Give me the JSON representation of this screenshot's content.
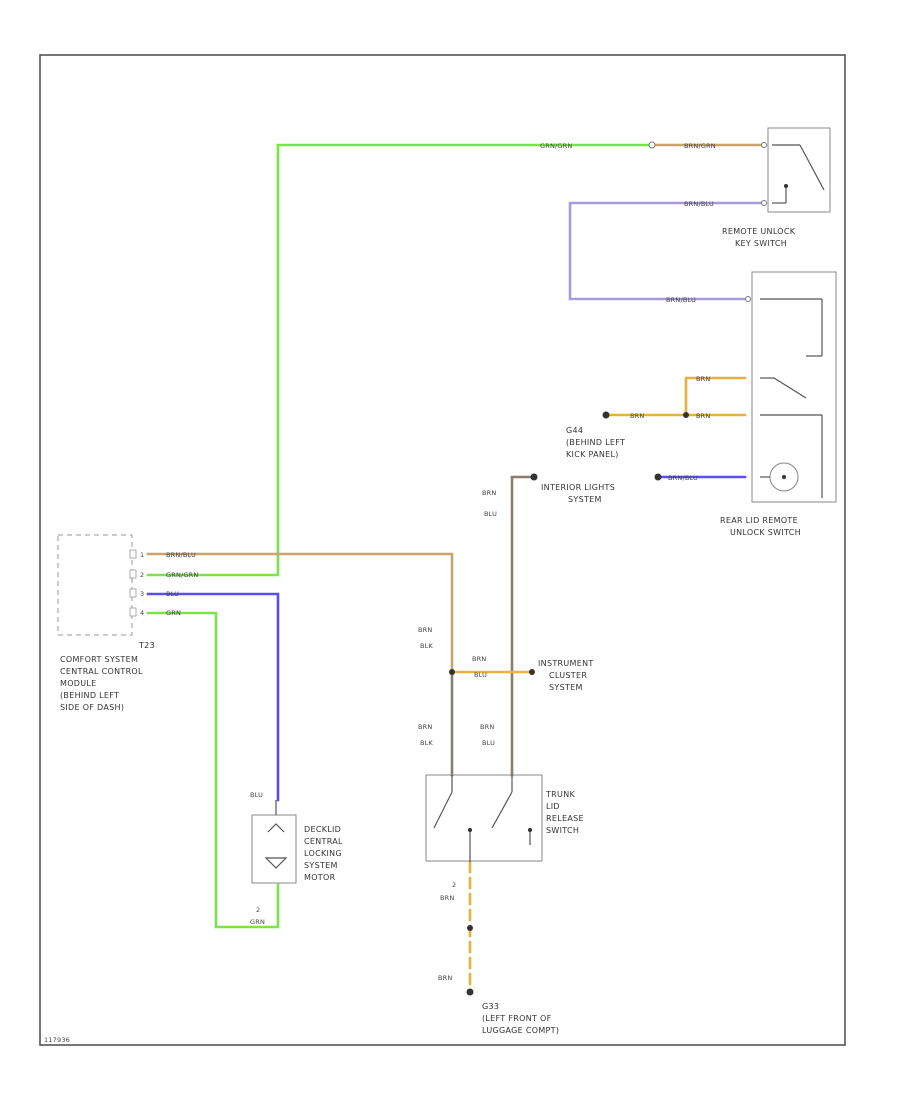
{
  "colors": {
    "green": "#7be34a",
    "tan": "#c8a46e",
    "violet": "#a99ae0",
    "blue": "#5a4ff0",
    "brown": "#8a7c6e",
    "orange": "#e8b040",
    "black": "#333333"
  },
  "footer": {
    "code": "117936"
  },
  "components": {
    "remote_unlock_key_switch": {
      "line1": "REMOTE UNLOCK",
      "line2": "KEY SWITCH"
    },
    "rear_lid_remote_unlock_switch": {
      "line1": "REAR LID REMOTE",
      "line2": "UNLOCK SWITCH"
    },
    "ground_g44": {
      "line1": "G44",
      "line2": "(BEHIND LEFT",
      "line3": "KICK PANEL)"
    },
    "interior_lights": {
      "line1": "INTERIOR LIGHTS",
      "line2": "SYSTEM"
    },
    "comfort_module": {
      "connector": "T23",
      "line1": "COMFORT SYSTEM",
      "line2": "CENTRAL CONTROL",
      "line3": "MODULE",
      "line4": "(BEHIND LEFT",
      "line5": "SIDE OF DASH)"
    },
    "instrument_cluster": {
      "line1": "INSTRUMENT",
      "line2": "CLUSTER",
      "line3": "SYSTEM"
    },
    "trunk_lid_release_switch": {
      "line1": "TRUNK",
      "line2": "LID",
      "line3": "RELEASE",
      "line4": "SWITCH"
    },
    "decklid_motor": {
      "line1": "DECKLID",
      "line2": "CENTRAL",
      "line3": "LOCKING",
      "line4": "SYSTEM",
      "line5": "MOTOR"
    },
    "ground_g33": {
      "line1": "G33",
      "line2": "(LEFT FRONT OF",
      "line3": "LUGGAGE COMPT)"
    }
  },
  "wires": {
    "top_green": "GRN/GRN",
    "top_right_brn_grn": "BRN/GRN",
    "key_violet_top": "BRN/BLU",
    "key_violet_bottom": "BRN/BLU",
    "rear_brn_upper": "BRN",
    "rear_brn_lower": "BRN",
    "g44_brn": "BRN",
    "interior_brn_blu_1": "BRN",
    "interior_brn_blu_2": "BLU",
    "interior_right_brn_blu": "BRN/BLU",
    "module_pin1": "BRN/BLU",
    "module_pin2": "GRN/GRN",
    "module_pin3": "BLU",
    "module_pin4": "GRN",
    "left_brn_blk_1": "BRN",
    "left_brn_blk_2": "BLK",
    "mid_brn_blu_1": "BRN",
    "mid_brn_blu_2": "BLU",
    "lower_left_brn_blk_1": "BRN",
    "lower_left_brn_blk_2": "BLK",
    "lower_right_brn_blu_1": "BRN",
    "lower_right_brn_blu_2": "BLU",
    "motor_blu": "BLU",
    "motor_pin2": "2",
    "motor_grn": "GRN",
    "trunk_pin2": "2",
    "trunk_brn": "BRN",
    "g33_brn": "BRN"
  },
  "pins": {
    "p1": "1",
    "p2": "2",
    "p3": "3",
    "p4": "4"
  }
}
